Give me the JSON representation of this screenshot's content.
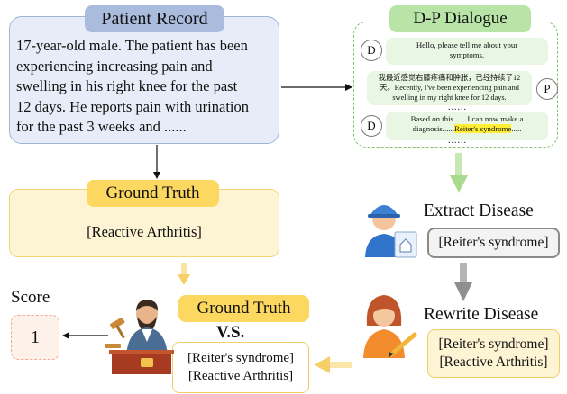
{
  "patient_record": {
    "title": "Patient Record",
    "lines": [
      "17-year-old male. The patient has been",
      "experiencing increasing pain and",
      "swelling in his right knee for the past",
      "12 days. He reports pain with urination",
      "for the past 3 weeks and ......"
    ]
  },
  "dialogue": {
    "title": "D-P Dialogue",
    "doctor_avatar": "D",
    "patient_avatar": "P",
    "turn1": [
      "Hello, please tell me about your",
      "symptoms."
    ],
    "turn2": [
      "我最近感觉右膝疼痛和肿胀，已经持续了12",
      "天。Recently, I've been experiencing pain and",
      "swelling in my right knee for 12 days."
    ],
    "turn3_line1": "Based on this...... I can now make a",
    "turn3_line2_prefix": "diagnosis......",
    "turn3_highlight": "Reiter's syndrome",
    "turn3_line2_suffix": ".....",
    "ellipsis": "......"
  },
  "ground_truth": {
    "title": "Ground Truth",
    "value": "[Reactive Arthritis]"
  },
  "extract": {
    "label": "Extract Disease",
    "value": "[Reiter's syndrome]"
  },
  "rewrite": {
    "label": "Rewrite Disease",
    "values": [
      "[Reiter's syndrome]",
      "[Reactive Arthritis]"
    ]
  },
  "compare": {
    "title": "Ground Truth",
    "vs": "V.S.",
    "values": [
      "[Reiter's syndrome]",
      "[Reactive Arthritis]"
    ]
  },
  "score": {
    "label": "Score",
    "value": "1"
  },
  "colors": {
    "record": "#aabcde",
    "dialogue": "#b9e4a8",
    "ground_truth": "#fcd860",
    "highlight": "#ffee33",
    "score": "#f0aa92"
  },
  "icons": [
    "engineer-icon",
    "woman-editor-icon",
    "judge-icon"
  ]
}
